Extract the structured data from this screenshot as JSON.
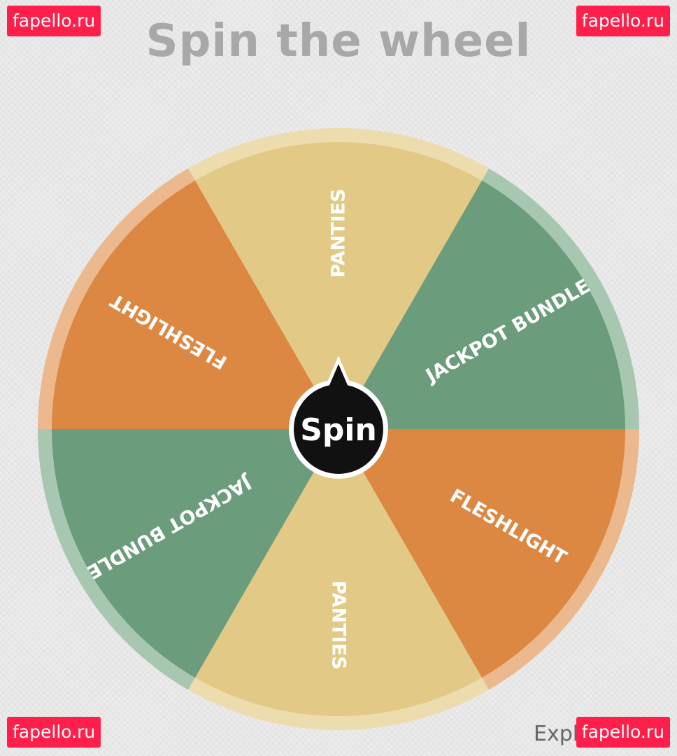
{
  "title": "Spin the wheel",
  "watermark": "fapello.ru",
  "explore_label": "Explore",
  "spin_button_label": "Spin",
  "wheel": {
    "segments": [
      {
        "label": "PANTIES",
        "color": "#e2c986",
        "rim_color": "#ecdcae"
      },
      {
        "label": "JACKPOT BUNDLE",
        "color": "#6b9c7b",
        "rim_color": "#a8c7b1"
      },
      {
        "label": "FLESHLIGHT",
        "color": "#dc8843",
        "rim_color": "#ebb98d"
      },
      {
        "label": "PANTIES",
        "color": "#e2c986",
        "rim_color": "#ecdcae"
      },
      {
        "label": "JACKPOT BUNDLE",
        "color": "#6b9c7b",
        "rim_color": "#a8c7b1"
      },
      {
        "label": "FLESHLIGHT",
        "color": "#dc8843",
        "rim_color": "#ebb98d"
      }
    ]
  },
  "colors": {
    "background": "#ebebeb",
    "title": "#a8a8a8",
    "watermark_bg": "#ff1f4b",
    "spin_button": "#111111"
  }
}
